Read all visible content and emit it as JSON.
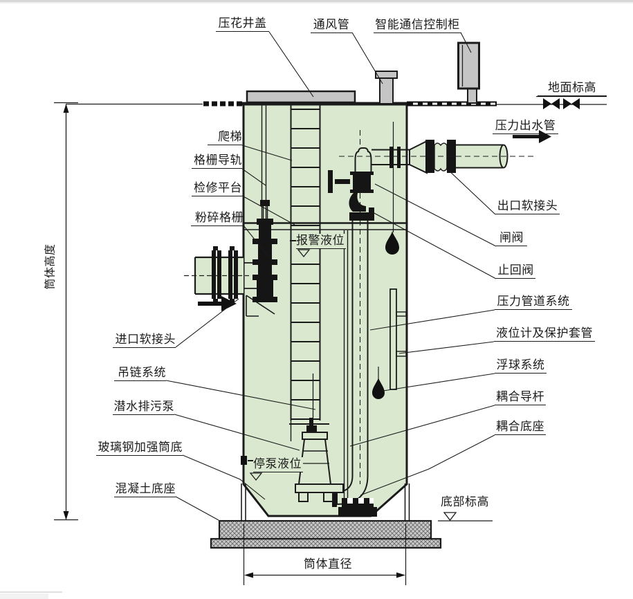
{
  "diagram": {
    "top_labels": {
      "manhole_cover": "压花井盖",
      "vent_pipe": "通风管",
      "control_cabinet": "智能通信控制柜"
    },
    "right_labels": {
      "ground_level": "地面标高",
      "pressure_outlet_pipe": "压力出水管",
      "outlet_flexible_joint": "出口软接头",
      "gate_valve": "闸阀",
      "check_valve": "止回阀",
      "pressure_piping_system": "压力管道系统",
      "level_gauge_sleeve": "液位计及保护套管",
      "float_ball_system": "浮球系统",
      "coupling_guide_rod": "耦合导杆",
      "coupling_base": "耦合底座",
      "bottom_level": "底部标高"
    },
    "left_labels": {
      "ladder": "爬梯",
      "screen_guide_rail": "格栅导轨",
      "service_platform": "检修平台",
      "grinder_screen": "粉碎格栅",
      "inlet_flexible_joint": "进口软接头",
      "chain_hoist_system": "吊链系统",
      "submersible_sewage_pump": "潜水排污泵",
      "frp_reinforced_bottom": "玻璃钢加强筒底",
      "concrete_base": "混凝土底座"
    },
    "level_markers": {
      "alarm_level": "报警液位",
      "pump_stop_level": "停泵液位"
    },
    "dimensions": {
      "tank_height": "筒体高度",
      "tank_diameter": "筒体直径"
    },
    "colors": {
      "tank_fill": "#d9e8cf",
      "metal_fill": "#c5c5c5",
      "concrete_fill": "#cbcbcb",
      "line": "#1b1b1b"
    }
  }
}
